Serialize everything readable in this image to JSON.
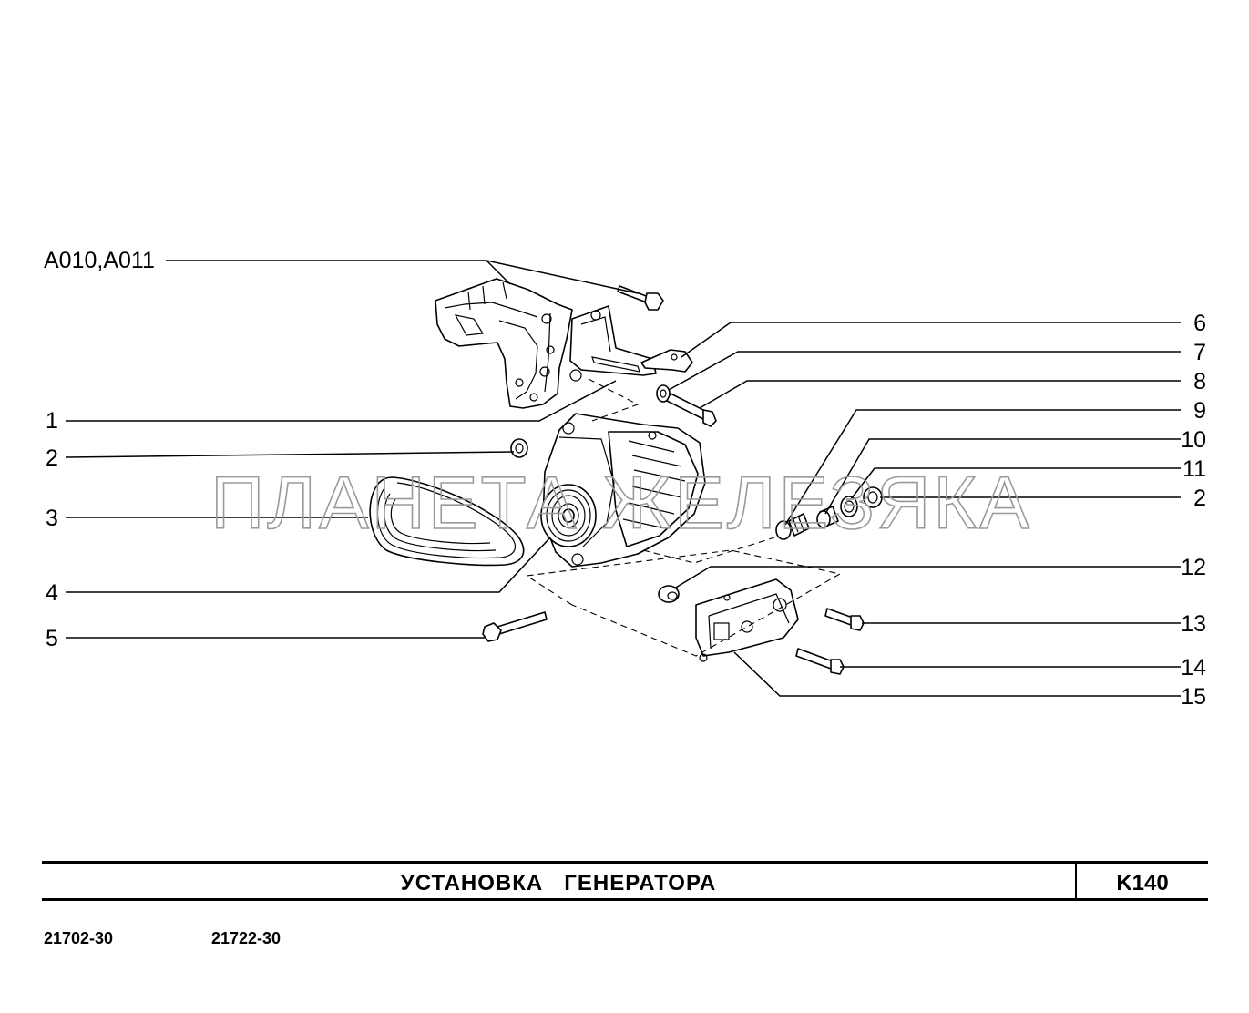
{
  "watermark": "ПЛАНЕТА ЖЕЛЕЗЯКА",
  "title": "УСТАНОВКА   ГЕНЕРАТОРА",
  "code": "K140",
  "models": [
    "21702-30",
    "21722-30"
  ],
  "callouts": {
    "ref": "A010,A011",
    "left": [
      "1",
      "2",
      "3",
      "4",
      "5"
    ],
    "right": [
      "6",
      "7",
      "8",
      "9",
      "10",
      "11",
      "2",
      "12",
      "13",
      "14",
      "15"
    ]
  }
}
